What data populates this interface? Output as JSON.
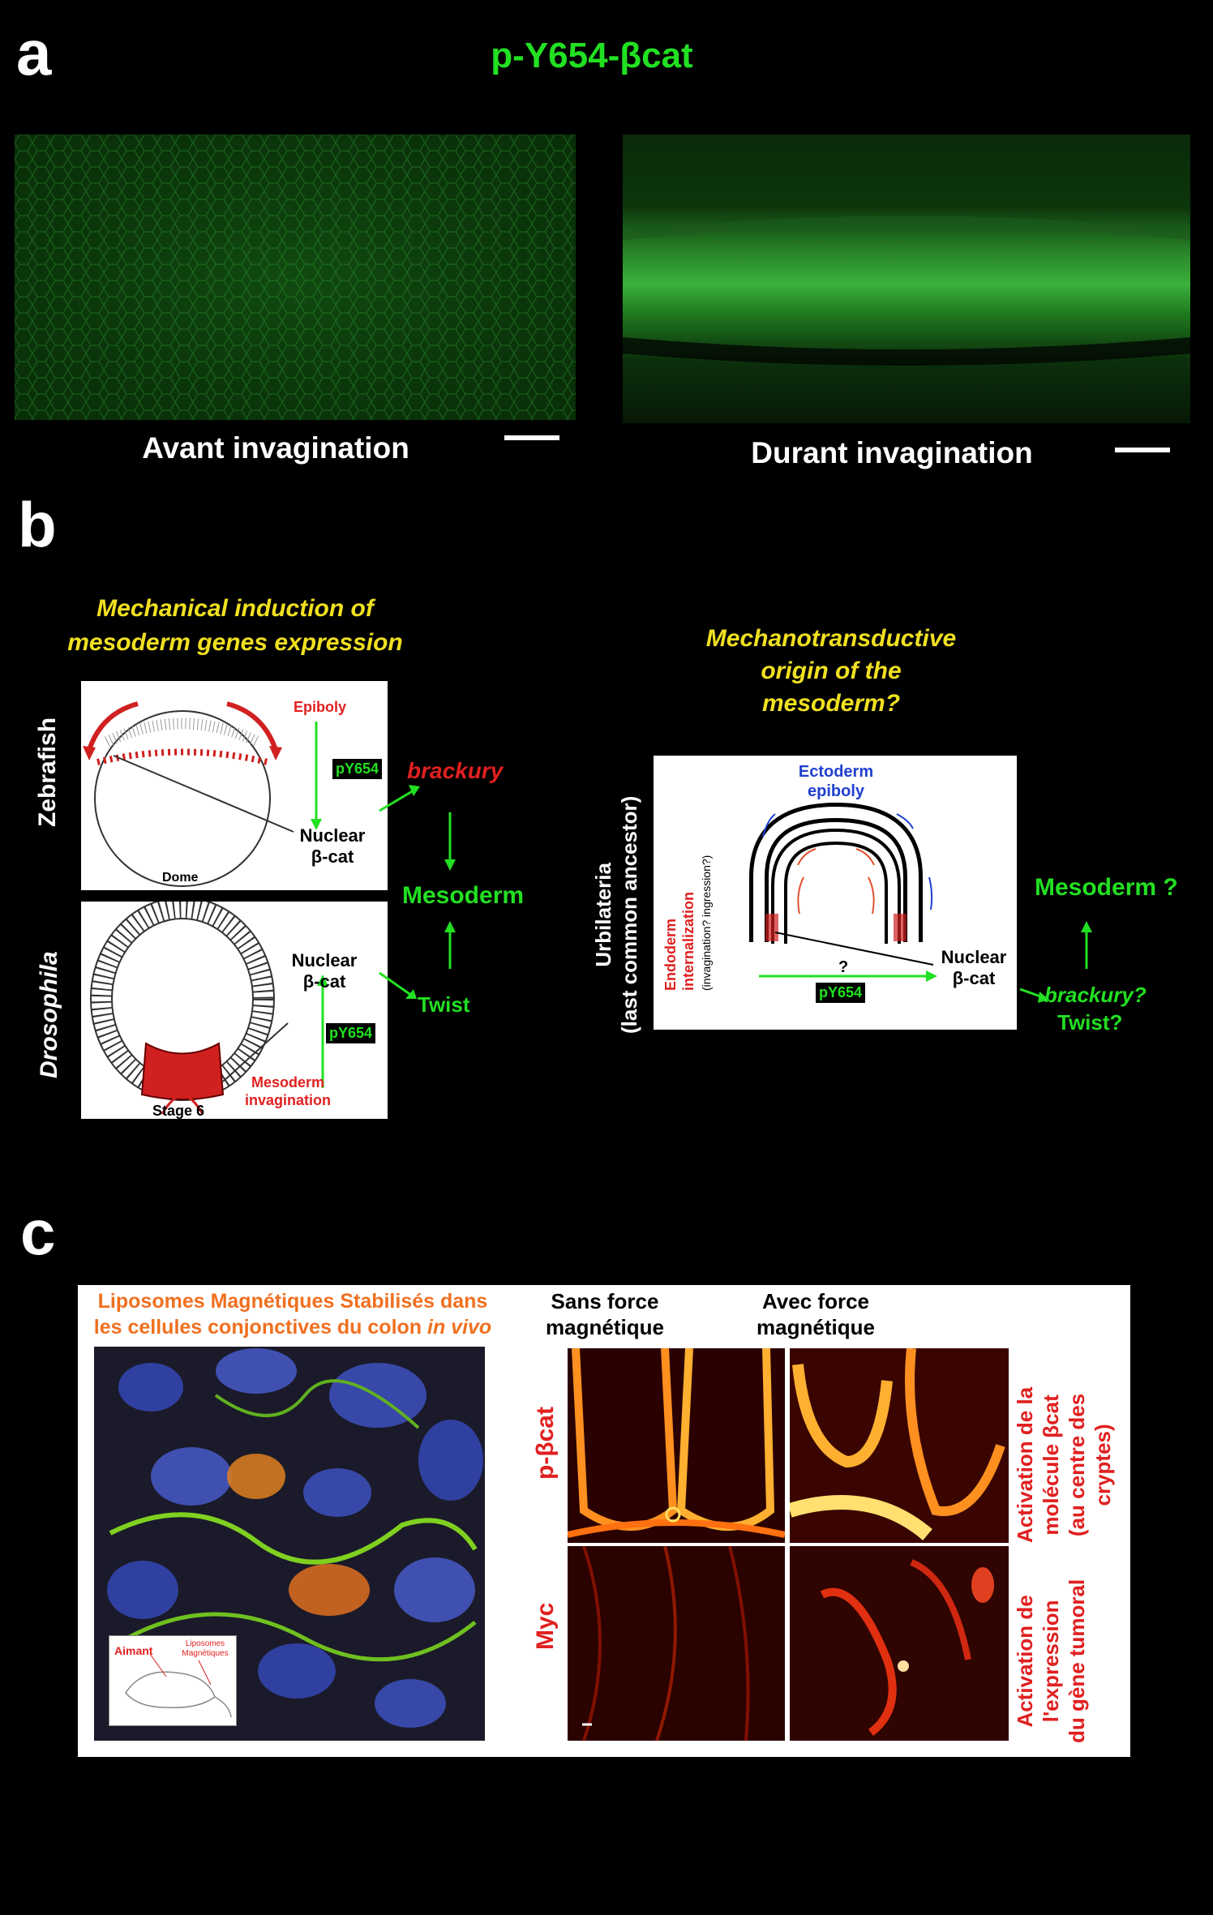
{
  "panel_a": {
    "letter": "a",
    "title": "p-Y654-βcat",
    "left_caption": "Avant invagination",
    "right_caption": "Durant invagination"
  },
  "panel_b": {
    "letter": "b",
    "left_title_1": "Mechanical induction of",
    "left_title_2": "mesoderm genes expression",
    "right_title_1": "Mechanotransductive",
    "right_title_2": "origin of the",
    "right_title_3": "mesoderm?",
    "zebrafish_label": "Zebrafish",
    "drosophila_label": "Drosophila",
    "epiboly": "Epiboly",
    "dome": "Dome",
    "py654": "pY654",
    "nuclear": "Nuclear",
    "bcat": "β-cat",
    "brackury": "brackury",
    "mesoderm": "Mesoderm",
    "twist": "Twist",
    "stage6": "Stage 6",
    "meso_inv_1": "Mesoderm",
    "meso_inv_2": "invagination",
    "urbilateria_1": "Urbilateria",
    "urbilateria_2": "(last common ancestor)",
    "ectoderm_1": "Ectoderm",
    "ectoderm_2": "epiboly",
    "endoderm_1": "Endoderm",
    "endoderm_2": "internalization",
    "endoderm_3": "(invagination? ingression?)",
    "question": "?",
    "mesoderm_q": "Mesoderm ?",
    "brackury_q": "brackury?",
    "twist_q": "Twist?"
  },
  "panel_c": {
    "letter": "c",
    "lipo_title_1": "Liposomes Magnétiques Stabilisés dans",
    "lipo_title_2": "les cellules conjonctives du colon ",
    "lipo_title_italic": "in vivo",
    "aimant": "Aimant",
    "liposomes_1": "Liposomes",
    "liposomes_2": "Magnétiques",
    "sans_1": "Sans force",
    "sans_2": "magnétique",
    "avec_1": "Avec force",
    "avec_2": "magnétique",
    "pbcat": "p-βcat",
    "myc": "Myc",
    "activation1_1": "Activation de la",
    "activation1_2": "molécule βcat",
    "activation1_3": "(au centre des",
    "activation1_4": "cryptes)",
    "activation2_1": "Activation de",
    "activation2_2": "l'expression",
    "activation2_3": "du gène tumoral"
  },
  "colors": {
    "green": "#22e022",
    "red": "#e02020",
    "yellow": "#f0e020",
    "blue": "#2040d0",
    "orange": "#f07020"
  }
}
